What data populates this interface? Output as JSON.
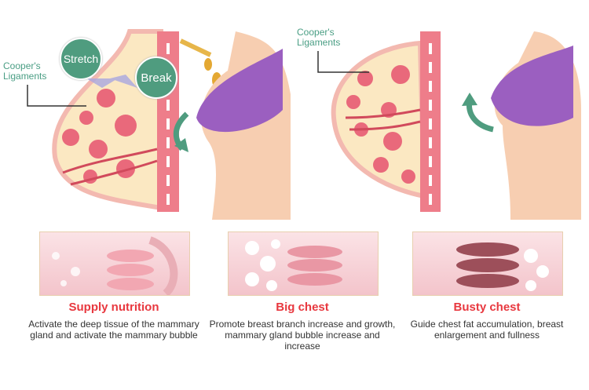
{
  "labels": {
    "cooper_left": "Cooper's Ligaments",
    "cooper_right": "Cooper's Ligaments",
    "stretch": "Stretch",
    "break": "Break"
  },
  "features": [
    {
      "title": "Supply nutrition",
      "desc": "Activate the deep tissue of the mammary gland and activate the mammary bubble"
    },
    {
      "title": "Big chest",
      "desc": "Promote breast branch increase and growth, mammary gland bubble increase and increase"
    },
    {
      "title": "Busty chest",
      "desc": "Guide chest fat accumulation, breast enlargement and fullness"
    }
  ],
  "colors": {
    "accent_green": "#4f9c7f",
    "title_red": "#e8383f",
    "bra_purple": "#9b5fc0"
  }
}
